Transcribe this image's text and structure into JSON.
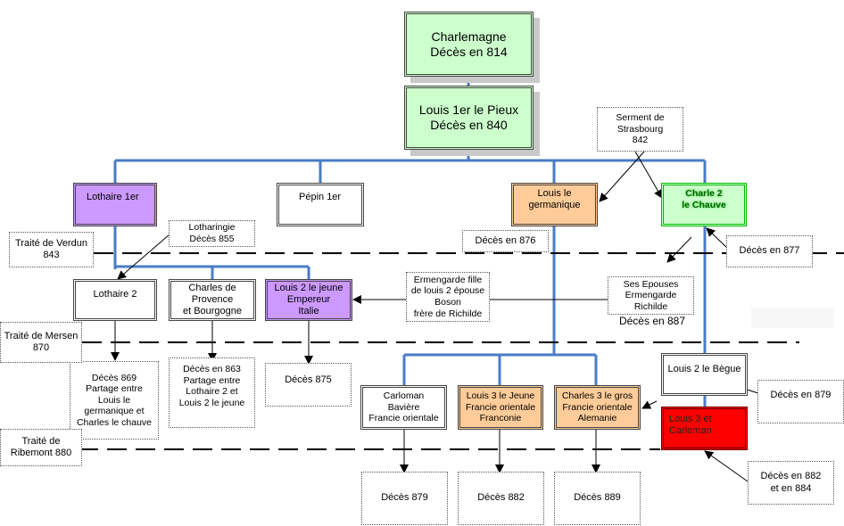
{
  "nodes": {
    "charlemagne": [
      "Charlemagne",
      "Décès en 814"
    ],
    "louis1": [
      "Louis 1er le Pieux",
      "Décès en 840"
    ],
    "lothaire1": [
      "Lothaire 1er"
    ],
    "pepin1": [
      "Pépin 1er"
    ],
    "louis_germanique": [
      "Louis le",
      "germanique"
    ],
    "charles2": [
      "Charle 2",
      "le Chauve"
    ],
    "lothaire2": [
      "Lothaire 2"
    ],
    "charles_provence": [
      "Charles de",
      "Provence",
      "et Bourgogne"
    ],
    "louis2_jeune": [
      "Louis 2 le jeune",
      "Empereur",
      "Italie"
    ],
    "carloman": [
      "Carloman",
      "Bavière",
      "Francie orientale"
    ],
    "louis3_jeune": [
      "Louis 3 le Jeune",
      "Francie orientale",
      "Franconie"
    ],
    "charles3_gros": [
      "Charles 3 le gros",
      "Francie orientale",
      "Alemanie"
    ],
    "louis2_begue": [
      "Louis 2 le Bègue"
    ],
    "louis3_carloman": [
      "Louis 3 et",
      "Carloman"
    ]
  },
  "notes": {
    "serment": [
      "Serment de",
      "Strasbourg",
      "842"
    ],
    "lotharingie": [
      "Lotharingie",
      "Décès 855"
    ],
    "deces876": [
      "Décès en 876"
    ],
    "deces877": [
      "Décès en 877"
    ],
    "ermengarde": [
      "Ermengarde fille",
      "de louis 2 épouse",
      "Boson",
      "frère de Richilde"
    ],
    "epouses": [
      "Ses Epouses",
      "Ermengarde",
      "Richilde"
    ],
    "deces887": "Décès en 887",
    "deces869": [
      "Décès 869",
      "Partage entre",
      "Louis le",
      "germanique et",
      "Charles le chauve"
    ],
    "deces863": [
      "Décès en 863",
      "Partage entre",
      "Lothaire 2 et",
      "Louis 2 le jeune"
    ],
    "deces875": [
      "Décès 875"
    ],
    "deces879_right": [
      "Décès en 879"
    ],
    "deces882_884": [
      "Décès en 882",
      "et en 884"
    ],
    "deces879": [
      "Décès 879"
    ],
    "deces882": [
      "Décès  882"
    ],
    "deces889": [
      "Décès 889"
    ]
  },
  "treaties": {
    "verdun": [
      "Traité de Verdun",
      "843"
    ],
    "mersen": [
      "Traité de Mersen",
      "870"
    ],
    "ribemont": [
      "Traité de",
      "Ribemont  880"
    ]
  },
  "colors": {
    "connector": "#4a7cc6",
    "green": "#ccffcc",
    "purple": "#cc99ff",
    "orange": "#ffcc99",
    "red": "#ff0000"
  }
}
